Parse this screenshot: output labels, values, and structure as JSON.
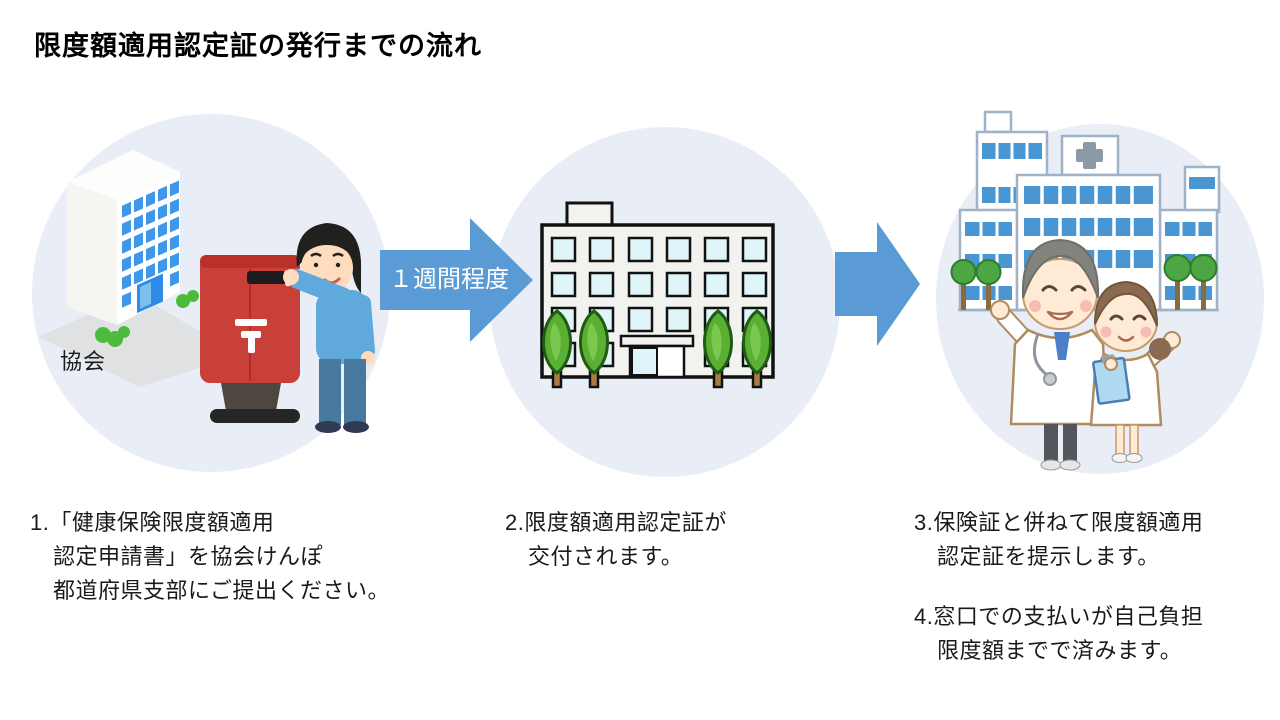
{
  "title": "限度額適用認定証の発行までの流れ",
  "colors": {
    "arrow_blue": "#5B9BD5",
    "circle_bg": "#E9EDF6",
    "postbox_red": "#C94038",
    "shirt_blue": "#5FA9DD",
    "office_window_cyan": "#DFF5F9",
    "hospital_window_blue": "#4A96D2",
    "tree_green": "#5BB033"
  },
  "arrow1": {
    "label": "１週間程度"
  },
  "stage1": {
    "building_label": "協会",
    "illustrations": [
      "association-office-building-icon",
      "red-postbox-icon",
      "man-posting-letter-icon"
    ]
  },
  "stage2": {
    "illustrations": [
      "branch-office-building-icon",
      "trees-icon"
    ]
  },
  "stage3": {
    "illustrations": [
      "hospital-buildings-icon",
      "doctor-icon",
      "nurse-icon"
    ]
  },
  "steps": [
    {
      "lines": [
        "1.「健康保険限度額適用",
        "認定申請書」を協会けんぽ",
        "都道府県支部にご提出ください。"
      ]
    },
    {
      "lines": [
        "2.限度額適用認定証が",
        "交付されます。"
      ]
    },
    {
      "lines": [
        "3.保険証と併ねて限度額適用",
        "認定証を提示します。"
      ]
    },
    {
      "lines": [
        "4.窓口での支払いが自己負担",
        "限度額までで済みます。"
      ]
    }
  ]
}
